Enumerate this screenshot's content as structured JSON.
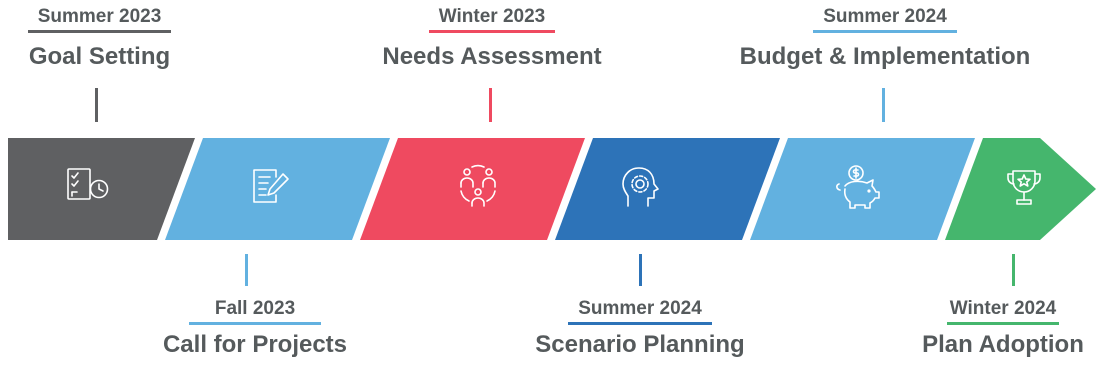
{
  "milestones": [
    {
      "season": "Summer 2023",
      "title": "Goal Setting",
      "color": "#5f6062",
      "icon": "checklist-clock-icon"
    },
    {
      "season": "Fall 2023",
      "title": "Call for Projects",
      "color": "#62b1e0",
      "icon": "document-pencil-icon"
    },
    {
      "season": "Winter 2023",
      "title": "Needs Assessment",
      "color": "#ef4a60",
      "icon": "people-network-icon"
    },
    {
      "season": "Summer 2024",
      "title": "Scenario Planning",
      "color": "#2d73b8",
      "icon": "head-gear-icon"
    },
    {
      "season": "Summer 2024",
      "title": "Budget & Implementation",
      "color": "#62b1e0",
      "icon": "piggy-bank-icon"
    },
    {
      "season": "Winter 2024",
      "title": "Plan Adoption",
      "color": "#45b66d",
      "icon": "trophy-star-icon"
    }
  ]
}
